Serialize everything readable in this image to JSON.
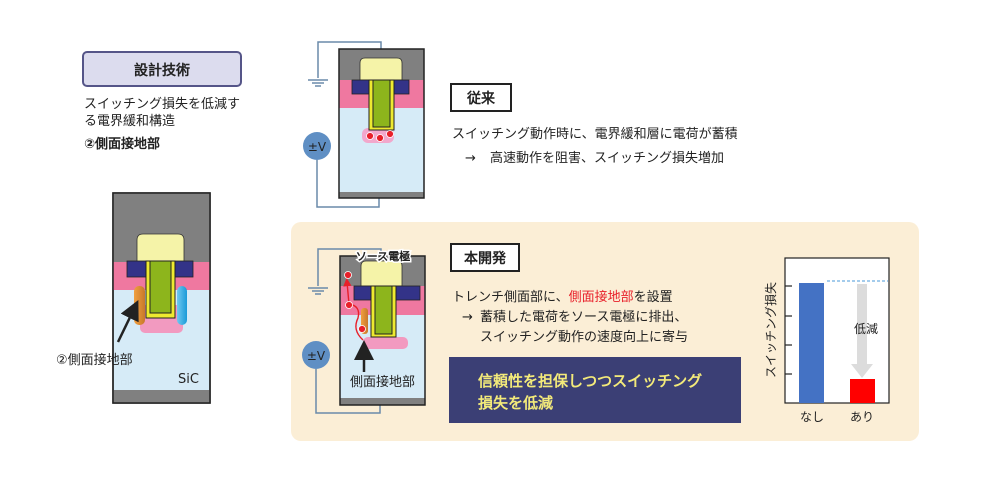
{
  "left": {
    "tag": "設計技術",
    "desc_line1": "スイッチング損失を低減す",
    "desc_line2": "る電界緩和構造",
    "item": "②側面接地部",
    "device_label": "②側面接地部",
    "material": "SiC"
  },
  "conventional": {
    "title": "従来",
    "line1": "スイッチング動作時に、電界緩和層に電荷が蓄積",
    "arrow": "→",
    "line2": "高速動作を阻害、スイッチング損失増加",
    "voltage": "±V"
  },
  "developed": {
    "title": "本開発",
    "line1_pre": "トレンチ側面部に、",
    "line1_highlight": "側面接地部",
    "line1_post": "を設置",
    "arrow": "→",
    "line2": "蓄積した電荷をソース電極に排出、",
    "line3": "スイッチング動作の速度向上に寄与",
    "voltage": "±V",
    "source_label": "ソース電極",
    "side_label": "側面接地部",
    "banner_line1": "信頼性を担保しつつスイッチング",
    "banner_line2": "損失を低減"
  },
  "chart": {
    "type": "bar",
    "ylabel": "スイッチング損失",
    "categories": [
      "なし",
      "あり"
    ],
    "values": [
      1.0,
      0.2
    ],
    "annotation": "低減",
    "colors": [
      "#4472c4",
      "#ff0000"
    ]
  },
  "colors": {
    "panel": "#fbeed6",
    "banner": "#3b3f75",
    "banner_text": "#f3ea7a",
    "highlight": "#e8202a"
  }
}
